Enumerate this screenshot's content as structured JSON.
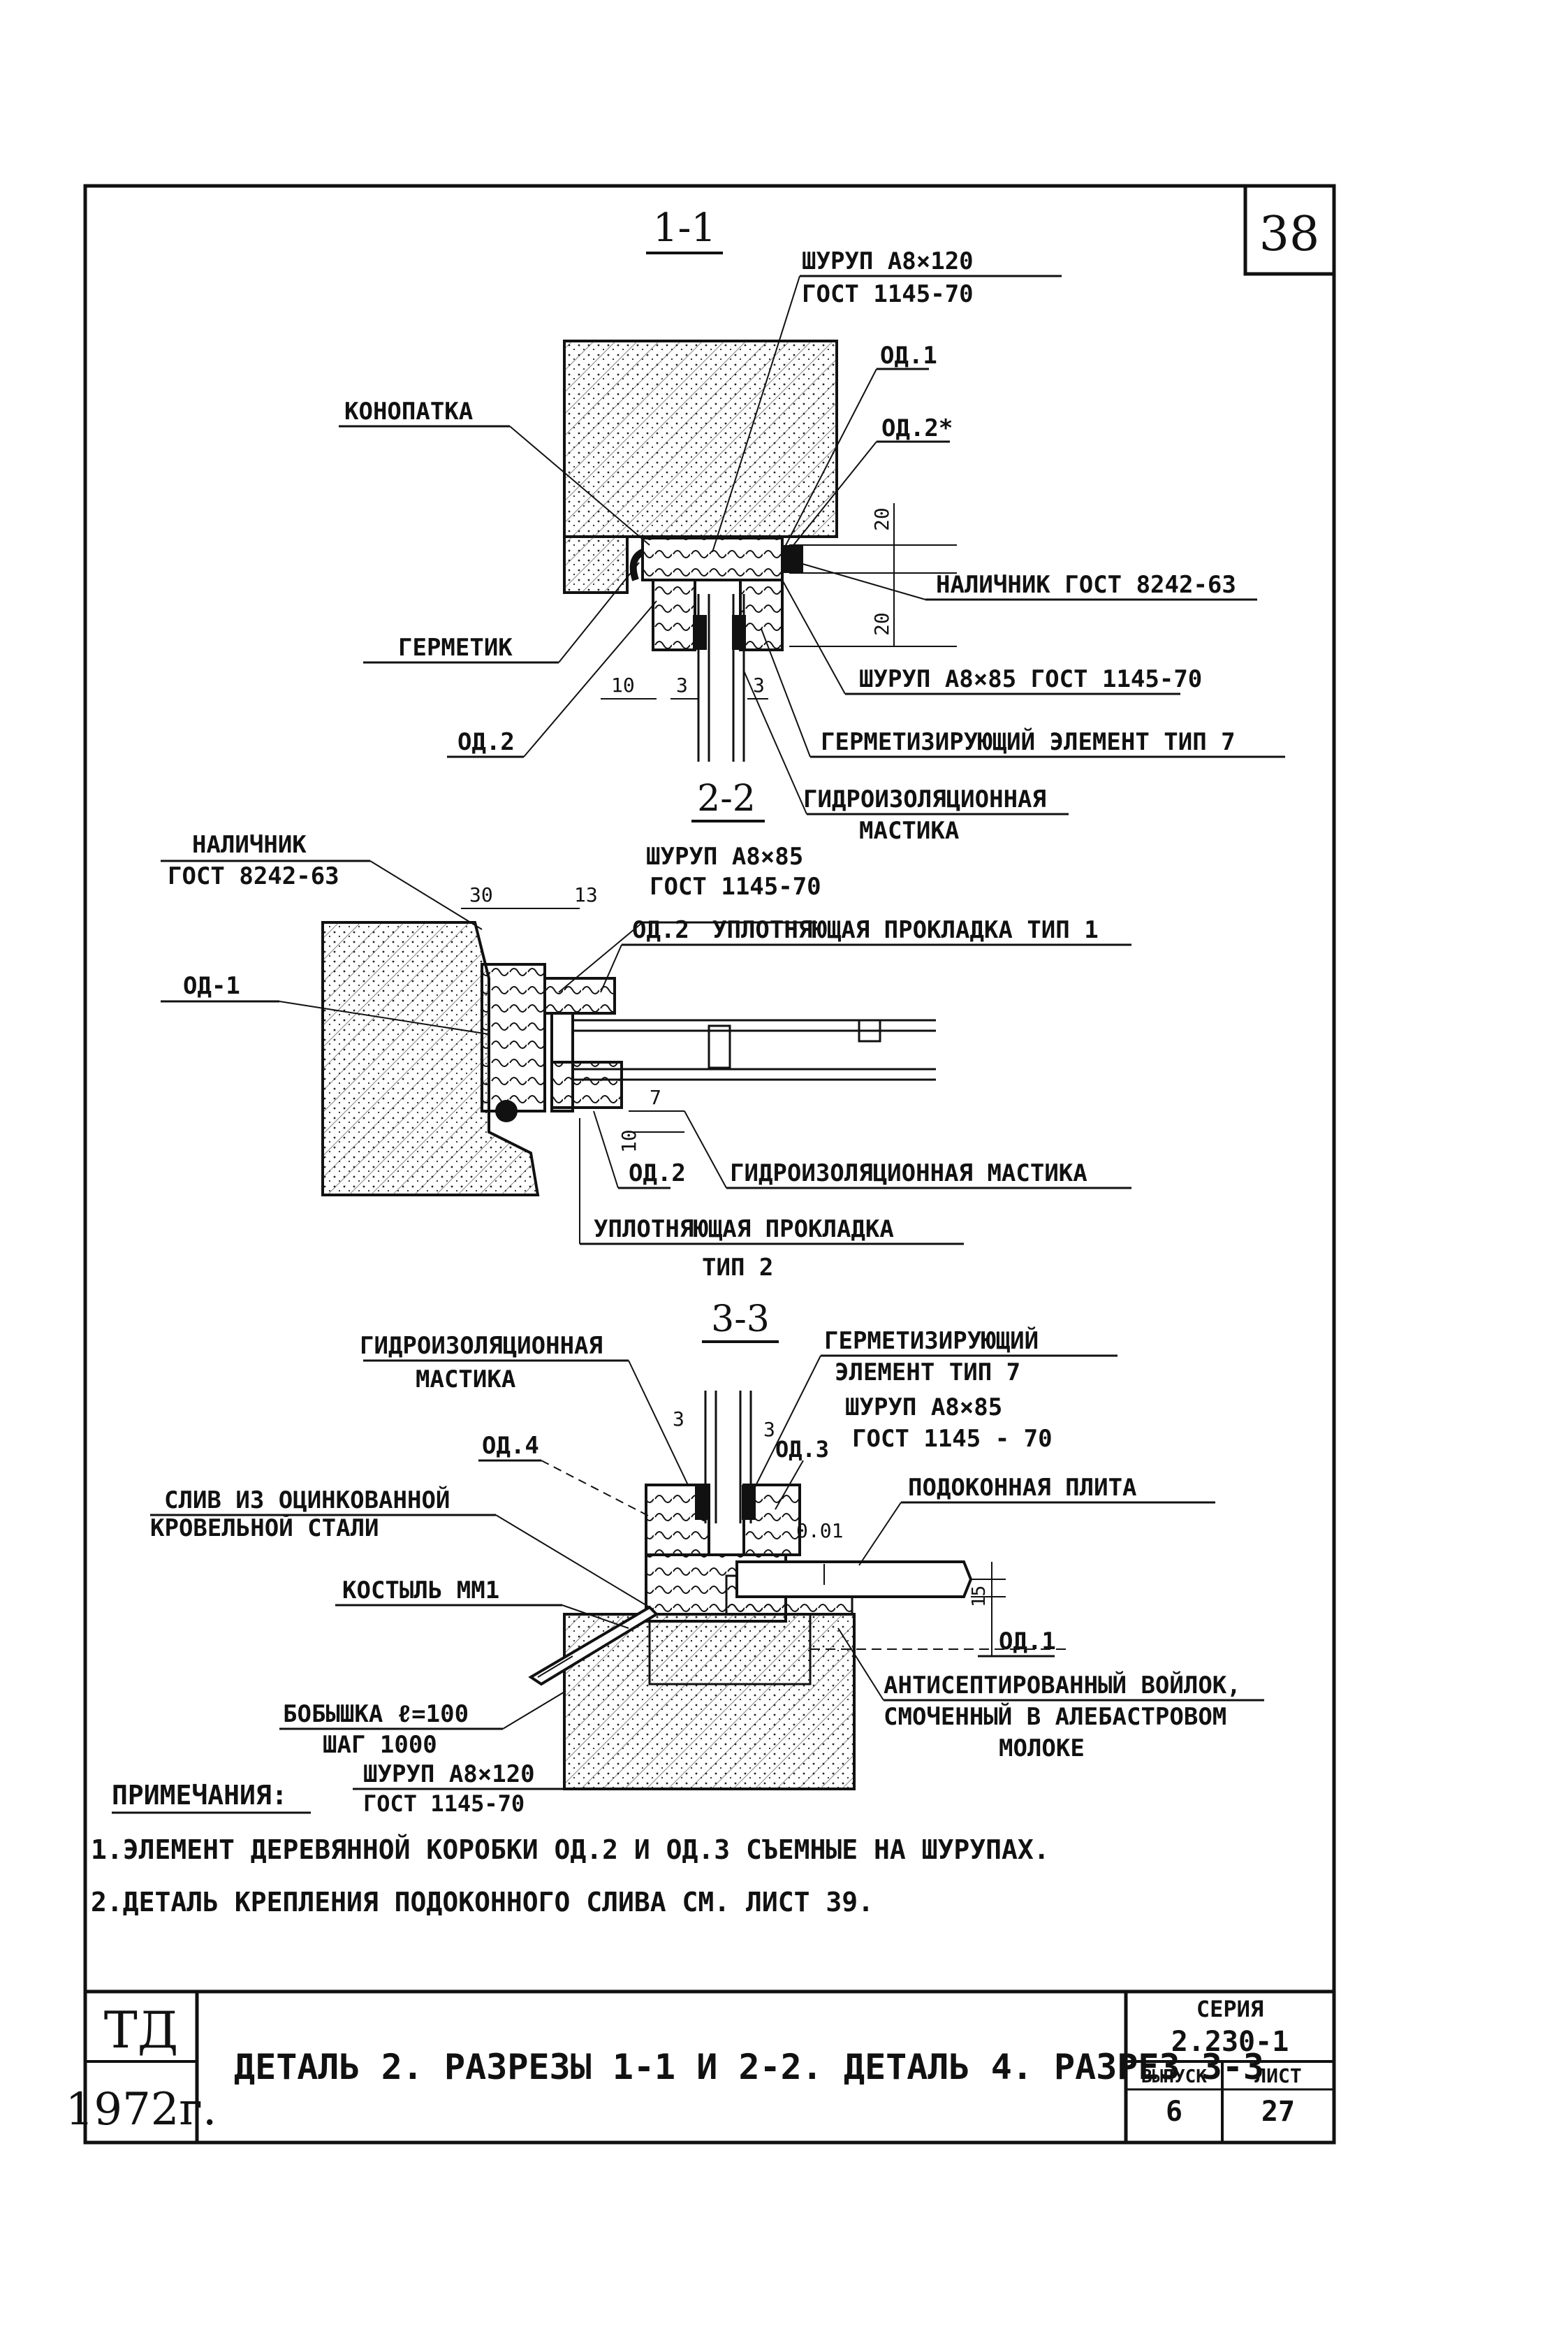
{
  "sheet_number": "38",
  "section_1": {
    "title": "1-1",
    "labels": {
      "screw_top": "ШУРУП А8×120",
      "screw_top_std": "ГОСТ 1145-70",
      "od1": "ОД.1",
      "od2star": "ОД.2*",
      "konopatka": "КОНОПАТКА",
      "nalichnik": "НАЛИЧНИК ГОСТ 8242-63",
      "germetik": "ГЕРМЕТИК",
      "screw_mid": "ШУРУП А8×85 ГОСТ 1145-70",
      "od2": "ОД.2",
      "germ_element": "ГЕРМЕТИЗИРУЮЩИЙ ЭЛЕМЕНТ ТИП 7",
      "mastic_1": "ГИДРОИЗОЛЯЦИОННАЯ",
      "mastic_2": "МАСТИКА"
    },
    "dims": {
      "d20a": "20",
      "d20b": "20",
      "d10": "10",
      "d3a": "3",
      "d3b": "3"
    }
  },
  "section_2": {
    "title": "2-2",
    "labels": {
      "nalichnik_1": "НАЛИЧНИК",
      "nalichnik_2": "ГОСТ 8242-63",
      "screw_1": "ШУРУП А8×85",
      "screw_2": "ГОСТ 1145-70",
      "od2": "ОД.2",
      "seal1": "УПЛОТНЯЮЩАЯ ПРОКЛАДКА ТИП 1",
      "od1": "ОД-1",
      "od2_bottom": "ОД.2",
      "mastic": "ГИДРОИЗОЛЯЦИОННАЯ МАСТИКА",
      "seal2_1": "УПЛОТНЯЮЩАЯ ПРОКЛАДКА",
      "seal2_2": "ТИП 2"
    },
    "dims": {
      "d30": "30",
      "d13": "13",
      "d7": "7",
      "d10": "10"
    }
  },
  "section_3": {
    "title": "3-3",
    "labels": {
      "mastic_1": "ГИДРОИЗОЛЯЦИОННАЯ",
      "mastic_2": "МАСТИКА",
      "germ_1": "ГЕРМЕТИЗИРУЮЩИЙ",
      "germ_2": "ЭЛЕМЕНТ ТИП 7",
      "screw_1": "ШУРУП А8×85",
      "screw_2": "ГОСТ 1145 - 70",
      "od4": "ОД.4",
      "od3": "ОД.3",
      "sliv_1": "СЛИВ ИЗ ОЦИНКОВАННОЙ",
      "sliv_2": "КРОВЕЛЬНОЙ СТАЛИ",
      "podok": "ПОДОКОННАЯ ПЛИТА",
      "kost": "КОСТЫЛЬ ММ1",
      "od1": "ОД.1",
      "bob_1": "БОБЫШКА ℓ=100",
      "bob_2": "ШАГ 1000",
      "screw120_1": "ШУРУП А8×120",
      "screw120_2": "ГОСТ 1145-70",
      "vojlok_1": "АНТИСЕПТИРОВАННЫЙ ВОЙЛОК,",
      "vojlok_2": "СМОЧЕННЫЙ В АЛЕБАСТРОВОМ",
      "vojlok_3": "МОЛОКЕ"
    },
    "dims": {
      "d3a": "3",
      "d3b": "3",
      "d001": "0.01",
      "d15": "15"
    }
  },
  "notes": {
    "heading": "ПРИМЕЧАНИЯ:",
    "items": [
      "1.ЭЛЕМЕНТ ДЕРЕВЯННОЙ КОРОБКИ ОД.2 И ОД.3 СЪЕМНЫЕ НА ШУРУПАХ.",
      "2.ДЕТАЛЬ КРЕПЛЕНИЯ ПОДОКОННОГО СЛИВА СМ. ЛИСТ 39."
    ]
  },
  "title_block": {
    "org": "ТД",
    "year": "1972г.",
    "title": "ДЕТАЛЬ 2.  РАЗРЕЗЫ 1-1 И 2-2. ДЕТАЛЬ 4. РАЗРЕЗ 3-3",
    "series_label": "СЕРИЯ",
    "series": "2.230-1",
    "issue_label": "ВЫПУСК",
    "issue": "6",
    "sheet_label": "ЛИСТ",
    "sheet": "27"
  }
}
